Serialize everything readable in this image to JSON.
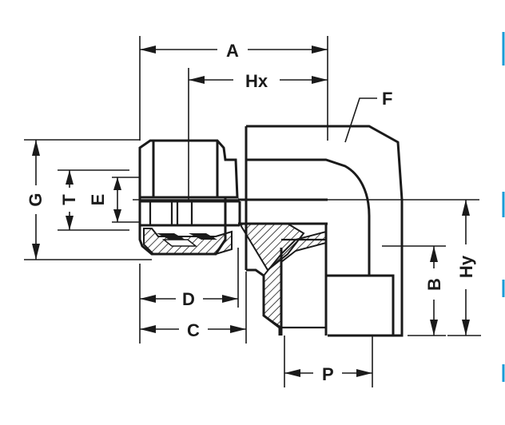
{
  "diagram": {
    "labels": {
      "A": "A",
      "Hx": "Hx",
      "F": "F",
      "G": "G",
      "T": "T",
      "E": "E",
      "D": "D",
      "C": "C",
      "B": "B",
      "Hy": "Hy",
      "P": "P"
    },
    "colors": {
      "line": "#1a1a1a",
      "background": "#ffffff",
      "edge_accent": "#1a9bd6"
    }
  }
}
